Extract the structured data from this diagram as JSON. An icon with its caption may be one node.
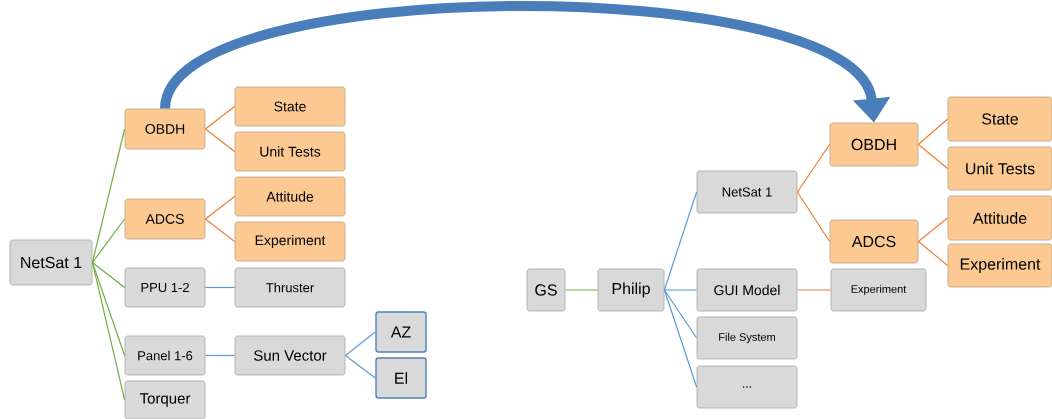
{
  "diagram": {
    "nodes": [
      {
        "text": [
          "NetSat 1"
        ]
      },
      {
        "text": [
          "OBDH"
        ]
      },
      {
        "text": [
          "State"
        ]
      },
      {
        "text": [
          "Unit Tests"
        ]
      },
      {
        "text": [
          "ADCS"
        ]
      },
      {
        "text": [
          "Attitude"
        ]
      },
      {
        "text": [
          "Experiment"
        ]
      },
      {
        "text": [
          "PPU 1-2"
        ]
      },
      {
        "text": [
          "Thruster"
        ]
      },
      {
        "text": [
          "Panel 1-6"
        ]
      },
      {
        "text": [
          "Sun Vector"
        ]
      },
      {
        "text": [
          "AZ"
        ]
      },
      {
        "text": [
          "El"
        ]
      },
      {
        "text": [
          "Torquer"
        ]
      },
      {
        "text": [
          "GS"
        ]
      },
      {
        "text": [
          "Philip"
        ]
      },
      {
        "text": [
          "NetSat 1"
        ]
      },
      {
        "text": [
          "GUI Model"
        ]
      },
      {
        "text": [
          "File System"
        ]
      },
      {
        "text": [
          "..."
        ]
      },
      {
        "text": [
          "OBDH"
        ]
      },
      {
        "text": [
          "ADCS"
        ]
      },
      {
        "text": [
          "State"
        ]
      },
      {
        "text": [
          "Unit Tests"
        ]
      },
      {
        "text": [
          "Attitude"
        ]
      },
      {
        "text": [
          "Experiment"
        ]
      },
      {
        "text": [
          "Experiment"
        ]
      }
    ],
    "edges": [
      {
        "from": 0,
        "to": 1,
        "arrow": "none",
        "color": "#70ad47"
      },
      {
        "from": 0,
        "to": 4,
        "arrow": "none",
        "color": "#70ad47"
      },
      {
        "from": 0,
        "to": 7,
        "arrow": "none",
        "color": "#70ad47"
      },
      {
        "from": 0,
        "to": 9,
        "arrow": "none",
        "color": "#70ad47"
      },
      {
        "from": 0,
        "to": 13,
        "arrow": "none",
        "color": "#70ad47"
      },
      {
        "from": 1,
        "to": 2,
        "arrow": "none",
        "color": "#ed7d31"
      },
      {
        "from": 1,
        "to": 3,
        "arrow": "none",
        "color": "#ed7d31"
      },
      {
        "from": 4,
        "to": 5,
        "arrow": "none",
        "color": "#ed7d31"
      },
      {
        "from": 4,
        "to": 6,
        "arrow": "none",
        "color": "#ed7d31"
      },
      {
        "from": 7,
        "to": 8,
        "arrow": "none",
        "color": "#5b9bd5"
      },
      {
        "from": 9,
        "to": 10,
        "arrow": "none",
        "color": "#5b9bd5"
      },
      {
        "from": 10,
        "to": 11,
        "arrow": "none",
        "color": "#5b9bd5"
      },
      {
        "from": 10,
        "to": 12,
        "arrow": "none",
        "color": "#5b9bd5"
      },
      {
        "from": 14,
        "to": 15,
        "arrow": "none",
        "color": "#70ad47"
      },
      {
        "from": 15,
        "to": 16,
        "arrow": "none",
        "color": "#5b9bd5"
      },
      {
        "from": 15,
        "to": 17,
        "arrow": "none",
        "color": "#5b9bd5"
      },
      {
        "from": 15,
        "to": 18,
        "arrow": "none",
        "color": "#5b9bd5"
      },
      {
        "from": 15,
        "to": 19,
        "arrow": "none",
        "color": "#5b9bd5"
      },
      {
        "from": 16,
        "to": 20,
        "arrow": "none",
        "color": "#ed7d31"
      },
      {
        "from": 16,
        "to": 21,
        "arrow": "none",
        "color": "#ed7d31"
      },
      {
        "from": 20,
        "to": 22,
        "arrow": "none",
        "color": "#ed7d31"
      },
      {
        "from": 20,
        "to": 23,
        "arrow": "none",
        "color": "#ed7d31"
      },
      {
        "from": 21,
        "to": 24,
        "arrow": "none",
        "color": "#ed7d31"
      },
      {
        "from": 21,
        "to": 25,
        "arrow": "none",
        "color": "#ed7d31"
      },
      {
        "from": 17,
        "to": 26,
        "arrow": "none",
        "color": "#ed7d31"
      },
      {
        "from": 1,
        "to": 20,
        "arrow": "to",
        "style": "thick",
        "color": "#4a7ebb"
      }
    ]
  }
}
